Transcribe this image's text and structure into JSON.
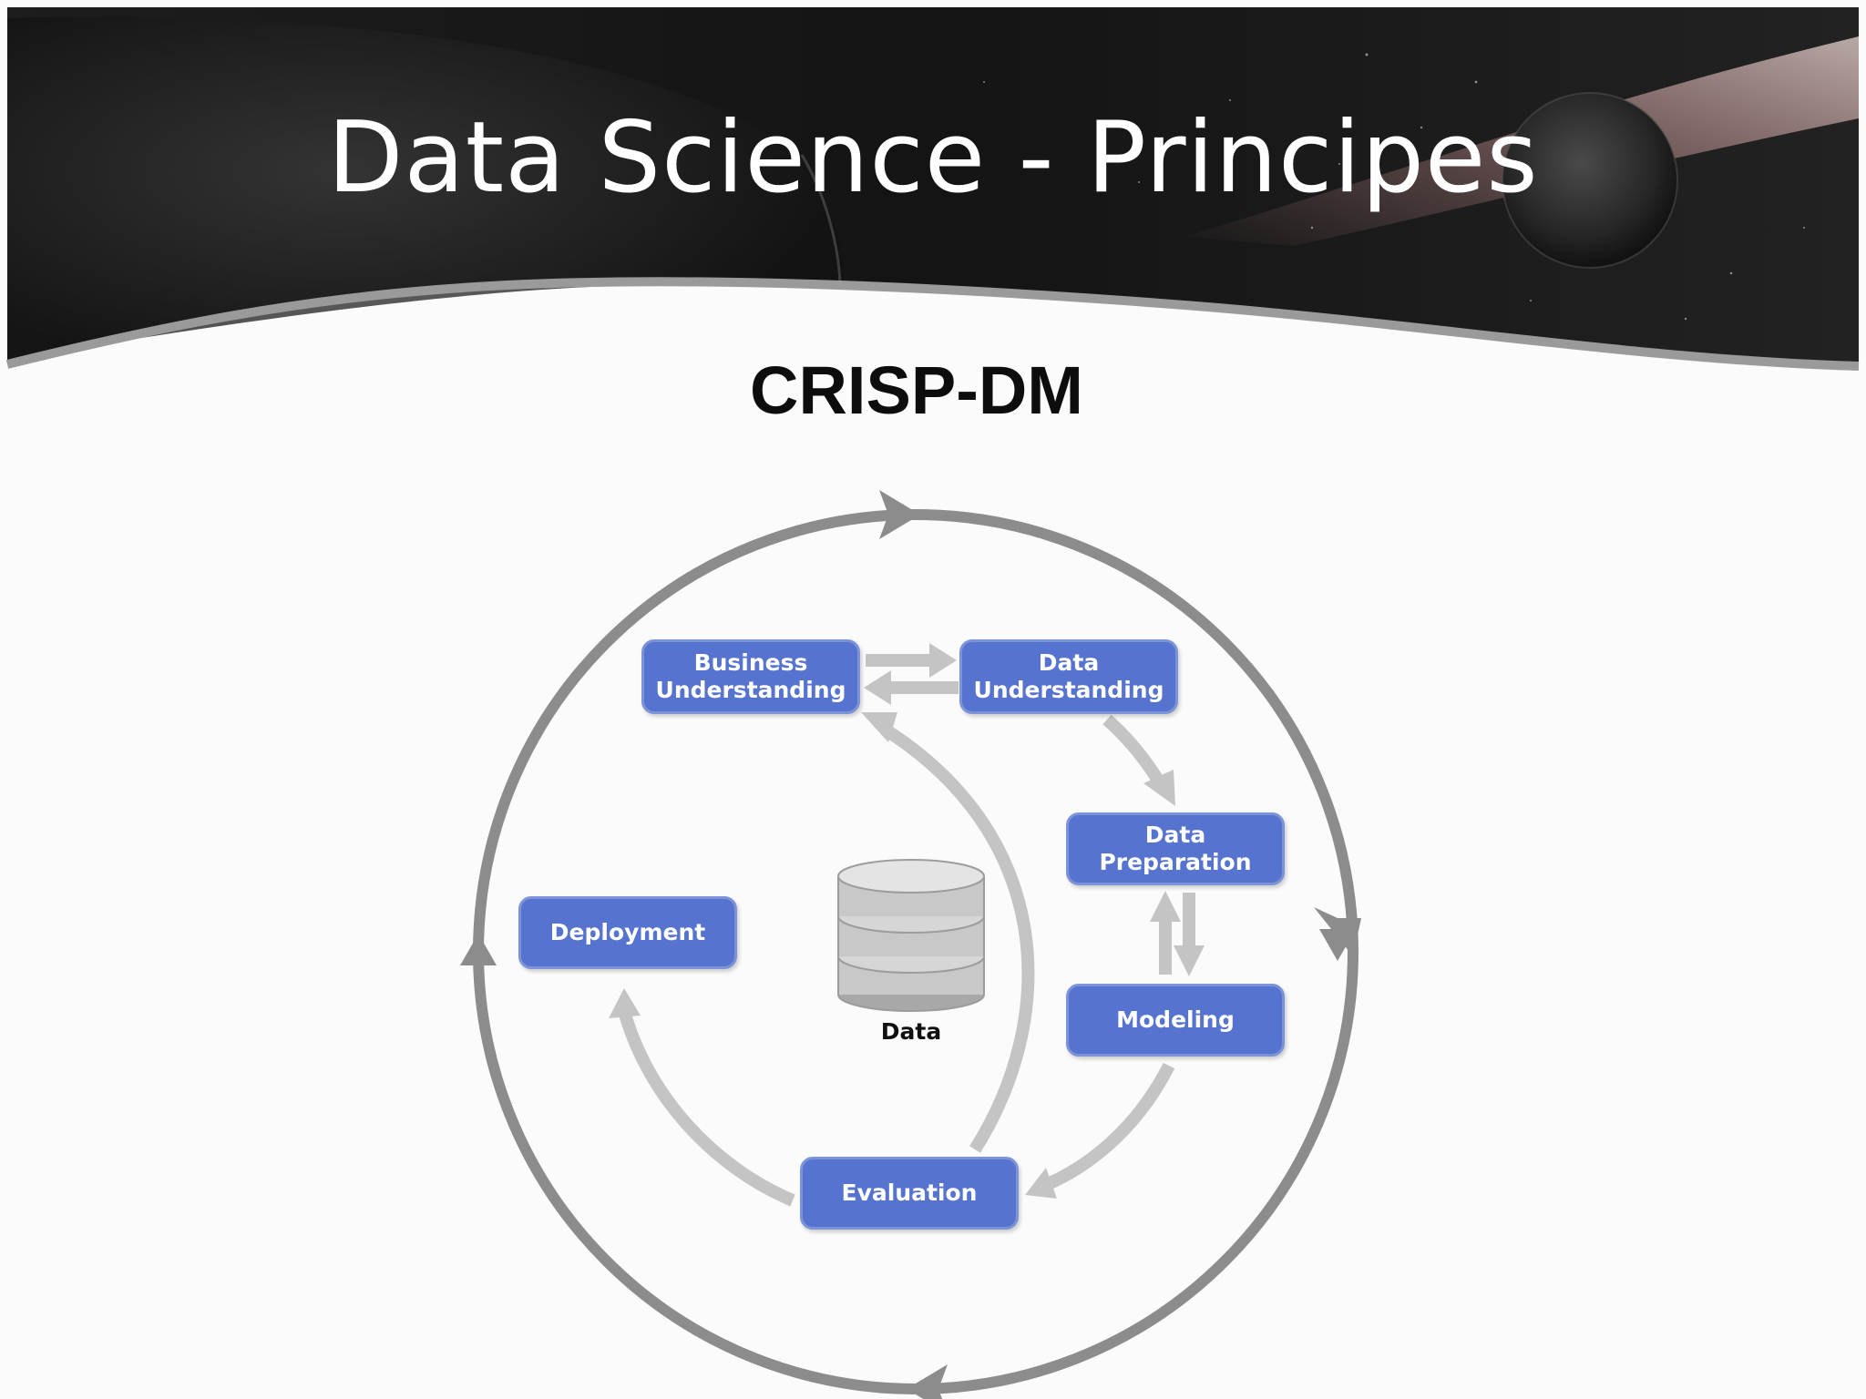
{
  "slide": {
    "title": "Data Science - Principes",
    "subtitle": "CRISP-DM"
  },
  "diagram": {
    "phases": {
      "business_understanding": [
        "Business",
        "Understanding"
      ],
      "data_understanding": [
        "Data",
        "Understanding"
      ],
      "data_preparation": [
        "Data",
        "Preparation"
      ],
      "modeling": "Modeling",
      "evaluation": "Evaluation",
      "deployment": "Deployment"
    },
    "center_label": "Data",
    "colors": {
      "phase_box": "#5674cf",
      "outer_cycle": "#8c8c8c",
      "inner_arrows": "#c4c4c4"
    },
    "icons": [
      "database-icon"
    ]
  }
}
